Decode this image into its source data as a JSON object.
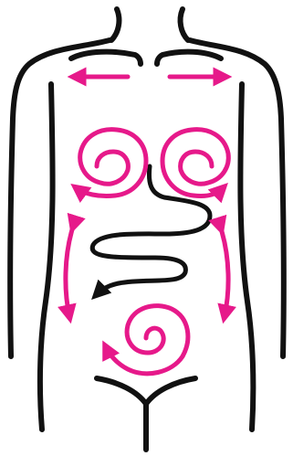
{
  "diagram": {
    "colors": {
      "outline": "#111111",
      "arrows": "#e6198a",
      "background": "#ffffff"
    },
    "elements": {
      "body_outline": "torso-outline",
      "intestine": "intestine-path",
      "arrows": [
        "shoulder-arrow-left",
        "shoulder-arrow-right",
        "upper-left-spiral-arrow",
        "upper-right-spiral-arrow",
        "left-side-arrow",
        "right-side-arrow",
        "lower-spiral-arrow",
        "intestine-end-arrowhead"
      ]
    }
  }
}
